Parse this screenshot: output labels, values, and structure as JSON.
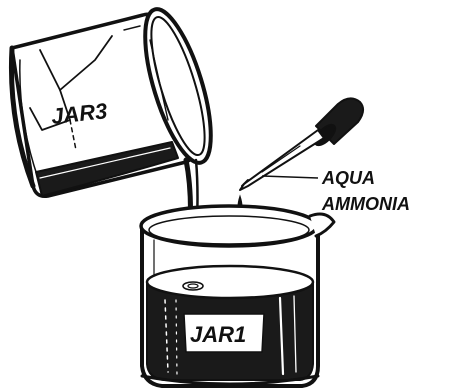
{
  "labels": {
    "jar_top": "JAR3",
    "jar_bottom": "JAR1",
    "dropper_line1": "AQUA",
    "dropper_line2": "AMMONIA"
  },
  "colors": {
    "ink": "#111111",
    "paper": "#ffffff",
    "liquid": "#1a1a1a"
  }
}
